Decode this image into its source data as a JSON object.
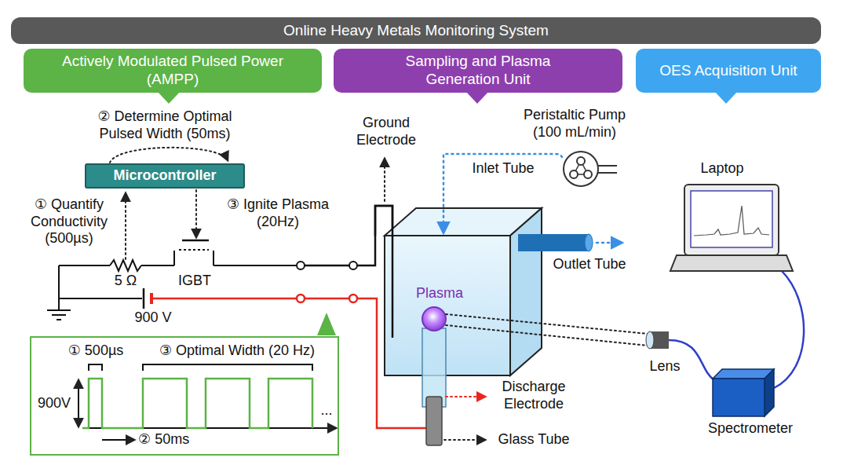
{
  "diagram": {
    "title": "Online Heavy Metals Monitoring System",
    "nodes": [
      {
        "text": [
          "Actively Modulated Pulsed Power (AMPP)"
        ]
      },
      {
        "text": [
          "Sampling and Plasma Generation Unit"
        ]
      },
      {
        "text": [
          "OES Acquisition Unit"
        ]
      },
      {
        "text": [
          "Microcontroller"
        ]
      },
      {
        "text": [
          "① 500µs",
          "③ Optimal Width (20 Hz)",
          "900V",
          "② 50ms",
          "..."
        ]
      }
    ],
    "labels": [
      "② Determine Optimal Pulsed Width (50ms)",
      "① Quantify Conductivity (500µs)",
      "③ Ignite Plasma (20Hz)",
      "5 Ω",
      "IGBT",
      "900 V",
      "Ground Electrode",
      "Peristaltic Pump (100 mL/min)",
      "Inlet Tube",
      "Outlet Tube",
      "Plasma",
      "Discharge Electrode",
      "Glass Tube",
      "Laptop",
      "Lens",
      "Spectrometer"
    ]
  }
}
